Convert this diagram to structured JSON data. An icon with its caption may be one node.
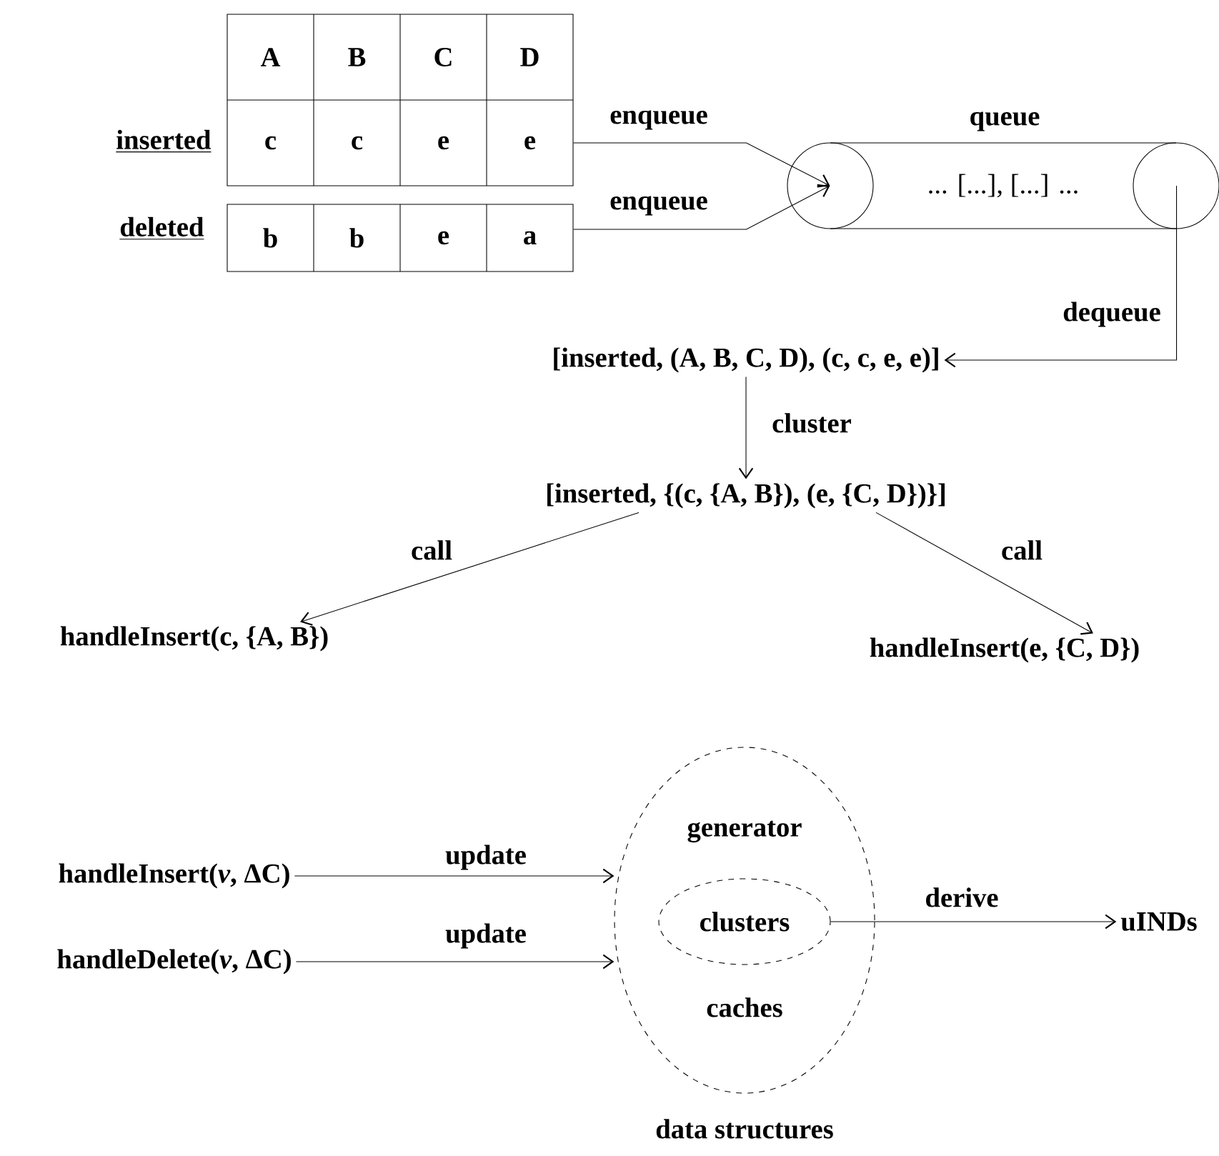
{
  "diagram": {
    "nodes": [
      {
        "text": [
          "inserted"
        ]
      },
      {
        "text": [
          "deleted"
        ]
      },
      {
        "text": [
          "queue",
          "... [...], [...] ..."
        ]
      },
      {
        "text": [
          "[inserted, (A, B, C, D), (c, c, e, e)]"
        ]
      },
      {
        "text": [
          "[inserted, {(c, {A, B}), (e, {C, D})}]"
        ]
      },
      {
        "text": [
          "handleInsert(c, {A, B})"
        ]
      },
      {
        "text": [
          "handleInsert(e, {C, D})"
        ]
      },
      {
        "text": [
          "handleInsert(*v*, ΔC)"
        ]
      },
      {
        "text": [
          "handleDelete(*v*, ΔC)"
        ]
      },
      {
        "text": [
          "generator",
          "caches",
          "data structures"
        ]
      },
      {
        "text": [
          "clusters"
        ],
        "in": 9
      },
      {
        "text": [
          "uINDs"
        ]
      }
    ],
    "edges": [
      {
        "from": 0,
        "to": 2,
        "arrow": "to",
        "label": "enqueue"
      },
      {
        "from": 1,
        "to": 2,
        "arrow": "to",
        "label": "enqueue"
      },
      {
        "from": 2,
        "to": 3,
        "arrow": "to",
        "label": "dequeue"
      },
      {
        "from": 3,
        "to": 4,
        "arrow": "to",
        "label": "cluster"
      },
      {
        "from": 4,
        "to": 5,
        "arrow": "to",
        "label": "call"
      },
      {
        "from": 4,
        "to": 6,
        "arrow": "to",
        "label": "call"
      },
      {
        "from": 7,
        "to": 9,
        "arrow": "to",
        "label": "update"
      },
      {
        "from": 8,
        "to": 9,
        "arrow": "to",
        "label": "update"
      },
      {
        "from": 10,
        "to": 11,
        "arrow": "to",
        "label": "derive"
      }
    ],
    "labels": [
      "A",
      "B",
      "C",
      "D",
      "c",
      "c",
      "e",
      "e",
      "b",
      "b",
      "e",
      "a"
    ]
  }
}
